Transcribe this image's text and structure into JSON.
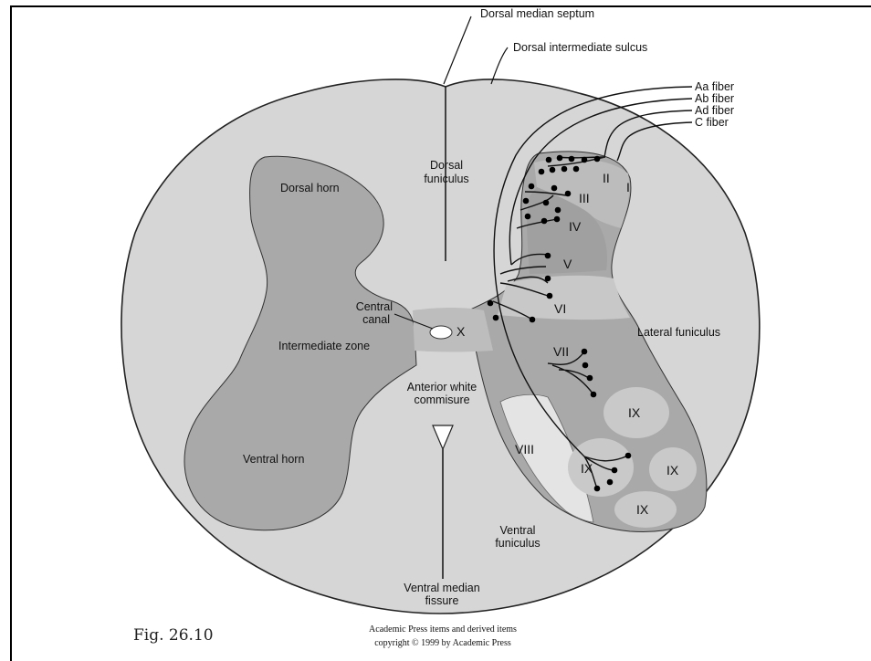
{
  "diagram": {
    "labels": {
      "dorsal_median_septum": "Dorsal median septum",
      "dorsal_intermediate_sulcus": "Dorsal intermediate sulcus",
      "dorsal_horn": "Dorsal horn",
      "dorsal_funiculus_1": "Dorsal",
      "dorsal_funiculus_2": "funiculus",
      "central_canal_1": "Central",
      "central_canal_2": "canal",
      "intermediate_zone": "Intermediate zone",
      "lateral_funiculus": "Lateral funiculus",
      "anterior_white_commisure_1": "Anterior white",
      "anterior_white_commisure_2": "commisure",
      "ventral_horn": "Ventral horn",
      "ventral_funiculus_1": "Ventral",
      "ventral_funiculus_2": "funiculus",
      "ventral_median_fissure_1": "Ventral median",
      "ventral_median_fissure_2": "fissure"
    },
    "fibers": [
      "Aa fiber",
      "Ab fiber",
      "Ad fiber",
      "C fiber"
    ],
    "laminae": {
      "I": "I",
      "II": "II",
      "III": "III",
      "IV": "IV",
      "V": "V",
      "VI": "VI",
      "VII": "VII",
      "VIII": "VIII",
      "IX": "IX",
      "X": "X"
    }
  },
  "figure_label": "Fig. 26.10",
  "copyright": {
    "line1": "Academic Press items and derived items",
    "line2": "copyright © 1999 by Academic Press"
  }
}
